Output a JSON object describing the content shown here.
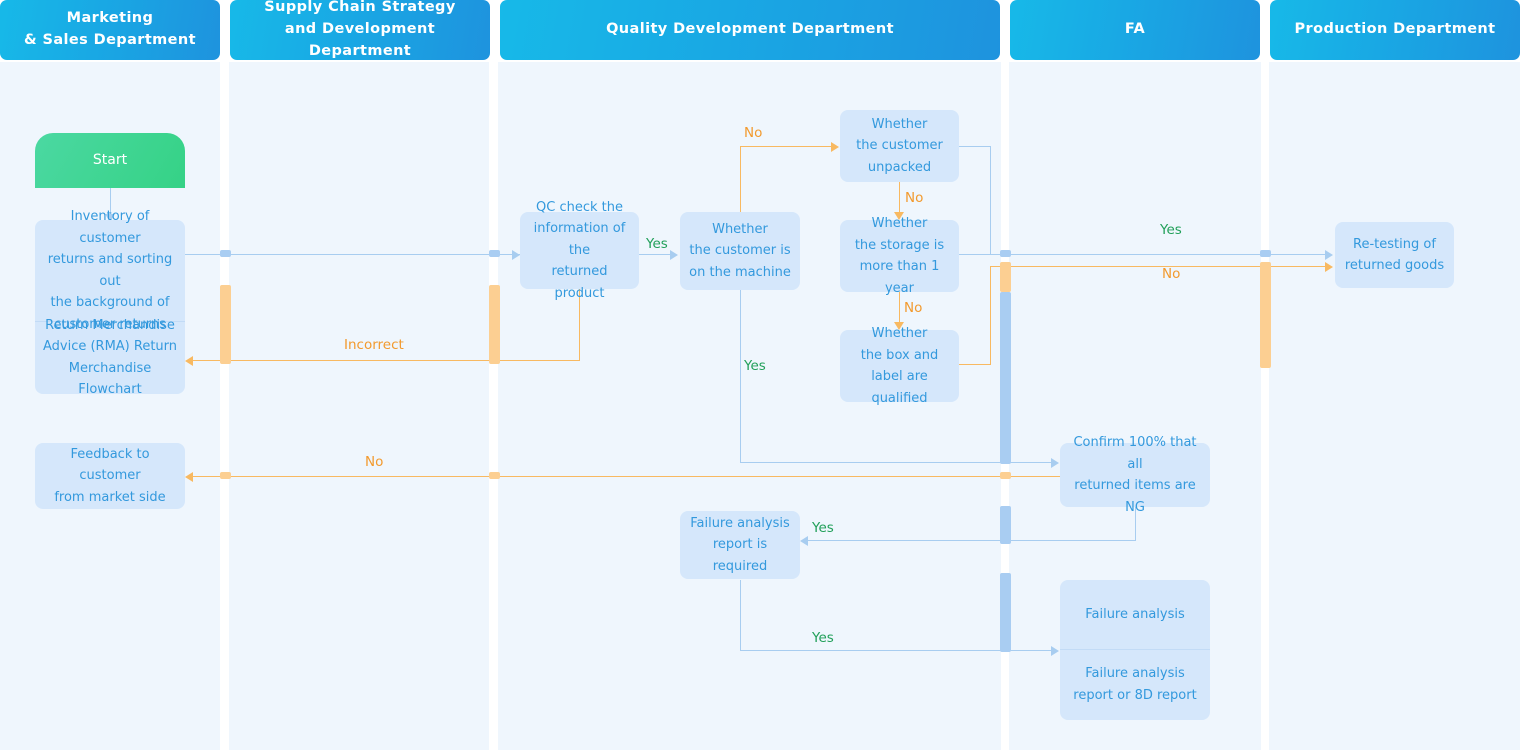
{
  "diagram": {
    "title": "Return Merchandise Advice (RMA) Return Merchandise Flowchart",
    "type": "swimlane-flowchart",
    "colors": {
      "lane_header_start": "#17b9e8",
      "lane_header_end": "#1e93de",
      "lane_background": "#eff6fd",
      "node_fill": "#d5e7fb",
      "node_text": "#3399dd",
      "start_node_fill": "#3fd592",
      "edge_blue": "#a8cdf0",
      "edge_orange": "#f8b961",
      "label_yes": "#22a05a",
      "label_no": "#f29a2e"
    }
  },
  "lanes": [
    {
      "id": "marketing",
      "label": "Marketing\n& Sales Department"
    },
    {
      "id": "supplychain",
      "label": "Supply Chain Strategy\nand Development Department"
    },
    {
      "id": "quality",
      "label": "Quality Development Department"
    },
    {
      "id": "fa",
      "label": "FA"
    },
    {
      "id": "production",
      "label": "Production Department"
    }
  ],
  "lane_labels": {
    "marketing_line1": "Marketing",
    "marketing_line2": "& Sales Department",
    "supplychain_line1": "Supply Chain Strategy",
    "supplychain_line2": "and Development Department",
    "quality": "Quality Development Department",
    "fa": "FA",
    "production": "Production Department"
  },
  "nodes": {
    "start": {
      "label": "Start",
      "lane": "marketing",
      "shape": "terminator"
    },
    "inventory": {
      "line1": "Inventory of customer",
      "line2": "returns and sorting out",
      "line3": "the background of",
      "line4": "customer returns",
      "lane": "marketing"
    },
    "rma": {
      "line1": "Return Merchandise",
      "line2": "Advice (RMA) Return",
      "line3": "Merchandise Flowchart",
      "lane": "marketing"
    },
    "feedback": {
      "line1": "Feedback to customer",
      "line2": "from market side",
      "lane": "marketing"
    },
    "qc_check": {
      "line1": "QC check the",
      "line2": "information of the",
      "line3": "returned product",
      "lane": "quality"
    },
    "on_machine": {
      "line1": "Whether",
      "line2": "the customer is",
      "line3": "on the machine",
      "lane": "quality"
    },
    "unpacked": {
      "line1": "Whether",
      "line2": "the customer",
      "line3": "unpacked",
      "lane": "quality"
    },
    "storage": {
      "line1": "Whether",
      "line2": "the storage is",
      "line3": "more than 1 year",
      "lane": "quality"
    },
    "box_label": {
      "line1": "Whether",
      "line2": "the box and",
      "line3": "label are qualified",
      "lane": "quality"
    },
    "fa_required": {
      "line1": "Failure analysis",
      "line2": "report is required",
      "lane": "quality"
    },
    "confirm_ng": {
      "line1": "Confirm 100% that all",
      "line2": "returned items are NG",
      "lane": "fa"
    },
    "failure_analysis": {
      "label": "Failure analysis",
      "lane": "fa"
    },
    "fa_report": {
      "line1": "Failure analysis",
      "line2": "report or 8D report",
      "lane": "fa"
    },
    "retesting": {
      "line1": "Re-testing of",
      "line2": "returned goods",
      "lane": "production"
    }
  },
  "edge_labels": {
    "incorrect": "Incorrect",
    "qc_yes": "Yes",
    "machine_no": "No",
    "machine_yes": "Yes",
    "unpacked_no": "No",
    "storage_no": "No",
    "retest_yes": "Yes",
    "retest_no": "No",
    "feedback_no": "No",
    "fa_yes": "Yes",
    "report_yes": "Yes"
  }
}
